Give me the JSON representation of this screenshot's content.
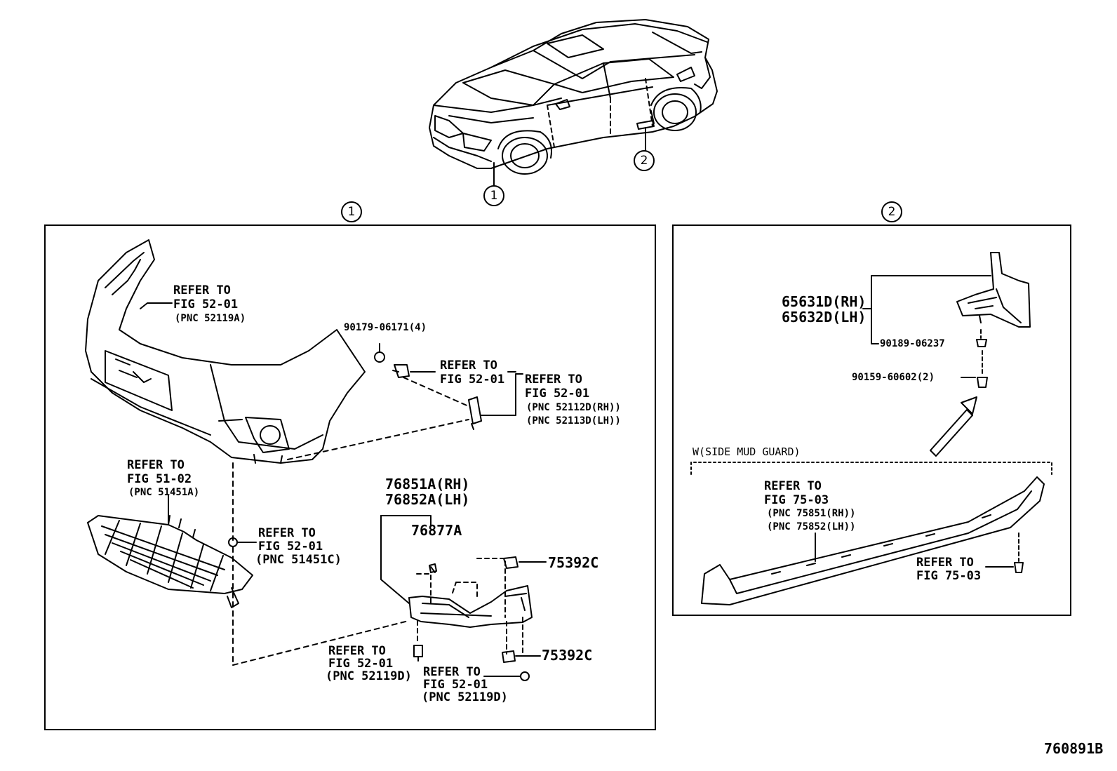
{
  "diagram_id": "760891B",
  "callouts": {
    "car_front": "1",
    "car_side": "2",
    "panel_left": "1",
    "panel_right": "2"
  },
  "panel_left": {
    "bumper_ref": [
      "REFER TO",
      "FIG 52-01",
      "(PNC 52119A)"
    ],
    "part_90179": "90179-06171(4)",
    "clip_ref": [
      "REFER TO",
      "FIG 52-01"
    ],
    "retainer_ref": [
      "REFER TO",
      "FIG 52-01",
      "(PNC 52112D(RH))",
      "(PNC 52113D(LH))"
    ],
    "undercover_ref": [
      "REFER TO",
      "FIG 51-02",
      "(PNC 51451A)"
    ],
    "screw_ref": [
      "REFER TO",
      "FIG 52-01",
      "(PNC 51451C)"
    ],
    "spoiler_rh": "76851A(RH)",
    "spoiler_lh": "76852A(LH)",
    "part_76877A": "76877A",
    "part_75392C_top": "75392C",
    "part_75392C_bottom": "75392C",
    "bolt_ref_1": [
      "REFER TO",
      "FIG 52-01",
      "(PNC 52119D)"
    ],
    "bolt_ref_2": [
      "REFER TO",
      "FIG 52-01",
      "(PNC 52119D)"
    ]
  },
  "panel_right": {
    "mudguard_rh": "65631D(RH)",
    "mudguard_lh": "65632D(LH)",
    "part_90189": "90189-06237",
    "part_90159": "90159-60602(2)",
    "side_mud_guard_title": "W(SIDE MUD GUARD)",
    "rocker_ref": [
      "REFER TO",
      "FIG 75-03",
      "(PNC 75851(RH))",
      "(PNC 75852(LH))"
    ],
    "screw_ref": [
      "REFER TO",
      "FIG 75-03"
    ]
  }
}
